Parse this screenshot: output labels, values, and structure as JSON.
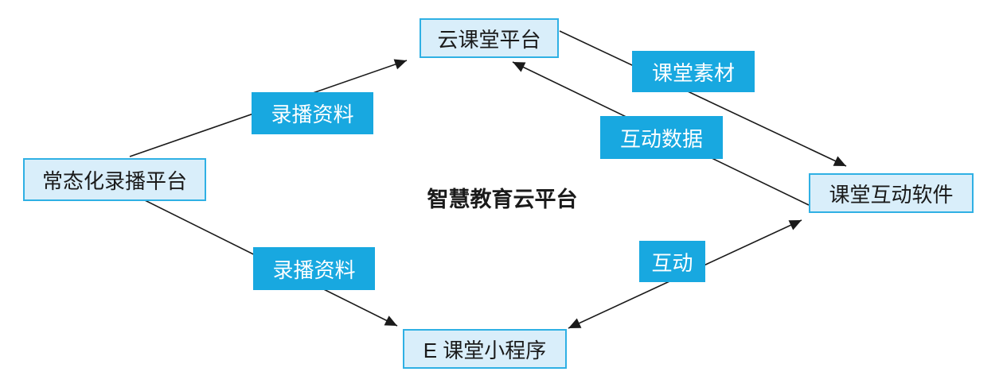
{
  "diagram": {
    "center_title": "智慧教育云平台",
    "nodes": [
      {
        "id": "cloud-classroom-platform",
        "label": "云课堂平台"
      },
      {
        "id": "normalized-recording-platform",
        "label": "常态化录播平台"
      },
      {
        "id": "classroom-interactive-software",
        "label": "课堂互动软件"
      },
      {
        "id": "e-classroom-miniprogram",
        "label": "E 课堂小程序"
      }
    ],
    "edges": [
      {
        "label": "录播资料",
        "from": "常态化录播平台",
        "to": "云课堂平台",
        "direction": "one-way"
      },
      {
        "label": "课堂素材",
        "from": "云课堂平台",
        "to": "课堂互动软件",
        "direction": "one-way"
      },
      {
        "label": "互动数据",
        "from": "课堂互动软件",
        "to": "云课堂平台",
        "direction": "one-way"
      },
      {
        "label": "录播资料",
        "from": "常态化录播平台",
        "to": "E 课堂小程序",
        "direction": "one-way"
      },
      {
        "label": "互动",
        "from": "E 课堂小程序",
        "to": "课堂互动软件",
        "direction": "two-way"
      }
    ],
    "colors": {
      "node_fill": "#d9eefa",
      "node_border": "#2fb0e4",
      "edge_label_bg": "#18a8e0",
      "edge_label_text": "#ffffff",
      "line": "#1a1a1a",
      "background": "#ffffff"
    }
  }
}
